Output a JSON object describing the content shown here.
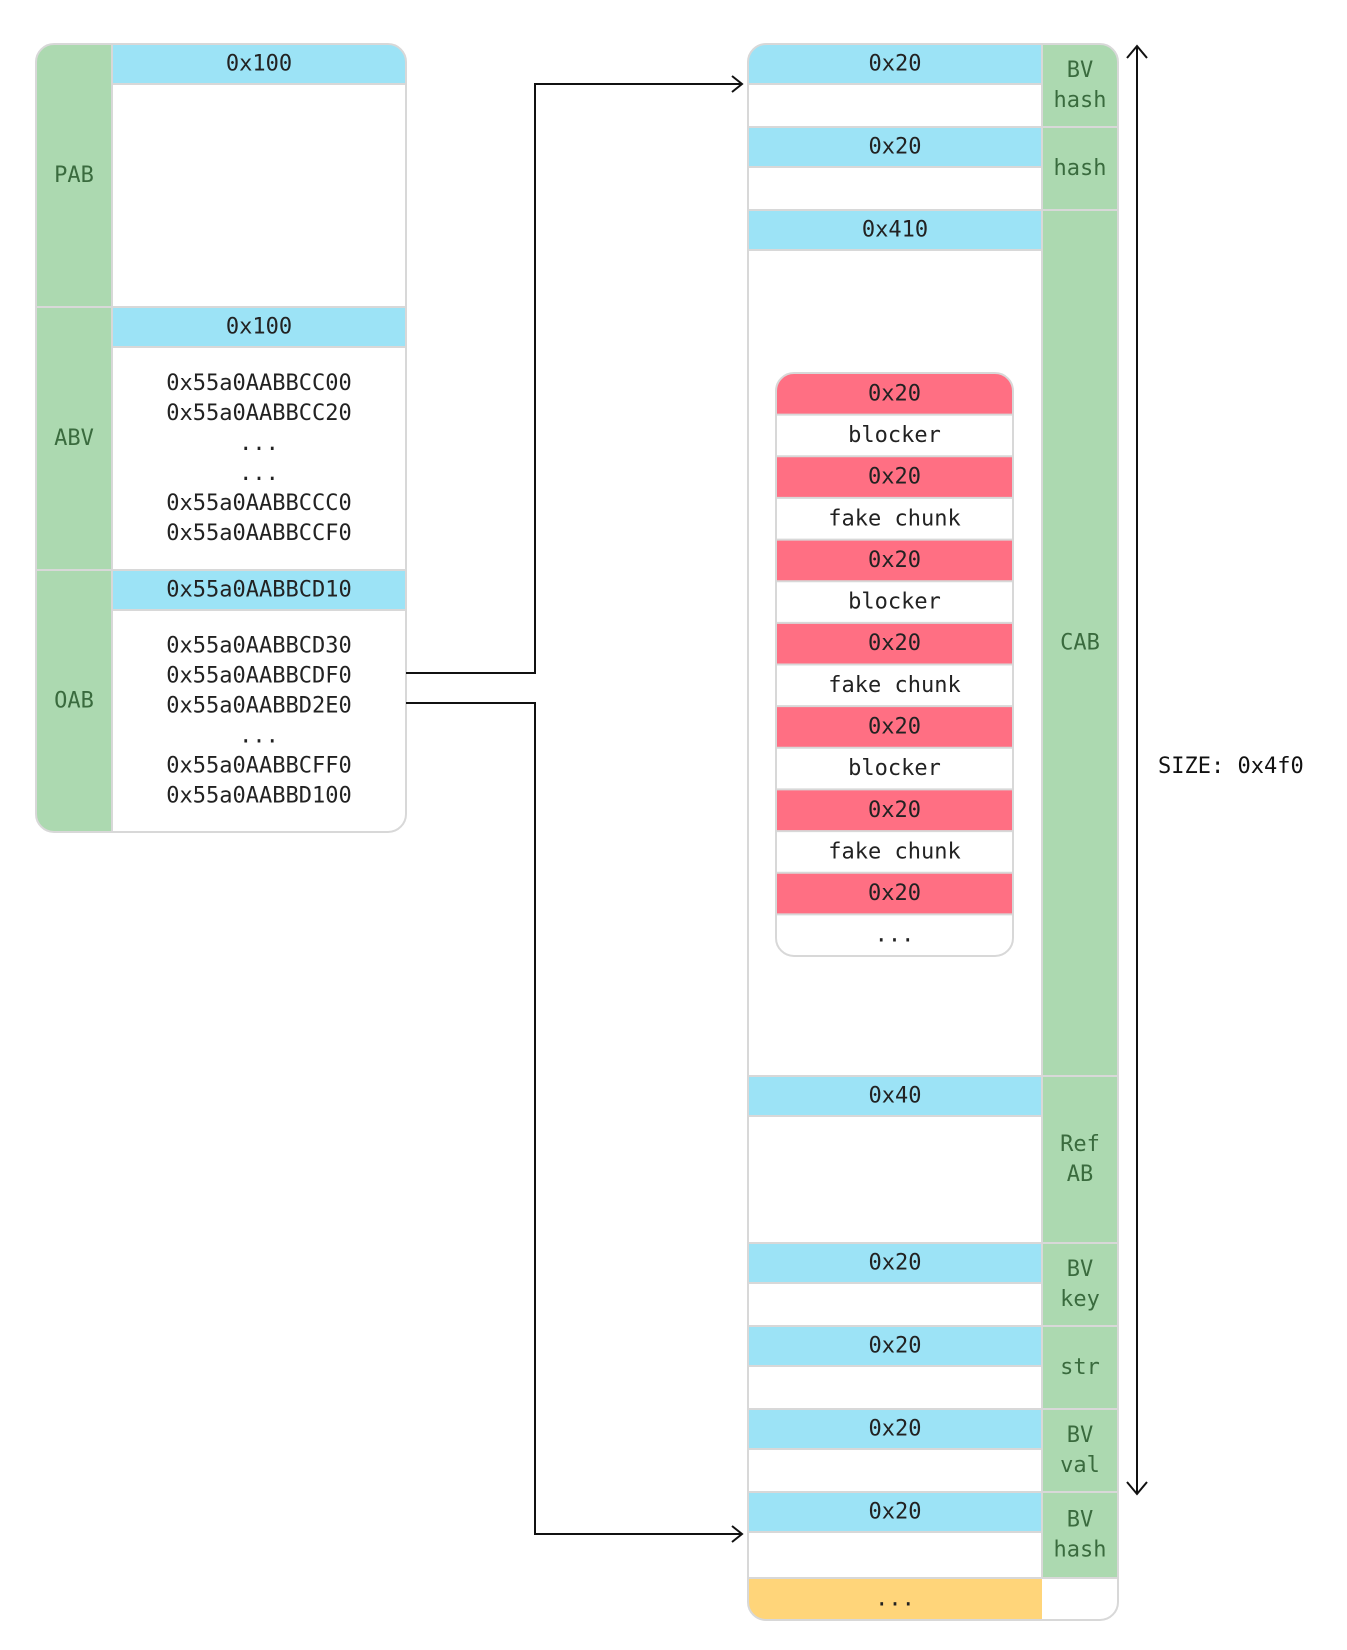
{
  "colors": {
    "header": "#9ce3f6",
    "label_col": "#acd9b0",
    "chunk_header": "#ff6f83",
    "top_chunk": "#ffd57a",
    "border": "#d8d8d8",
    "label_text": "#3a6b3e",
    "arrow": "#111111"
  },
  "left": {
    "blocks": [
      {
        "label": "PAB",
        "header": "0x100",
        "lines": []
      },
      {
        "label": "ABV",
        "header": "0x100",
        "lines": [
          "0x55a0AABBCC00",
          "0x55a0AABBCC20",
          "...",
          "...",
          "0x55a0AABBCCC0",
          "0x55a0AABBCCF0"
        ]
      },
      {
        "label": "OAB",
        "header": "0x55a0AABBCD10",
        "lines": [
          "0x55a0AABBCD30",
          "0x55a0AABBCDF0",
          "0x55a0AABBD2E0",
          "...",
          "0x55a0AABBCFF0",
          "0x55a0AABBD100"
        ]
      }
    ]
  },
  "right": {
    "chunks": [
      {
        "header": "0x20",
        "label": [
          "BV",
          "hash"
        ]
      },
      {
        "header": "0x20",
        "label": [
          "hash"
        ]
      },
      {
        "header": "0x410",
        "label": [
          "CAB"
        ]
      },
      {
        "header": "0x40",
        "label": [
          "Ref",
          "AB"
        ]
      },
      {
        "header": "0x20",
        "label": [
          "BV",
          "key"
        ]
      },
      {
        "header": "0x20",
        "label": [
          "str"
        ]
      },
      {
        "header": "0x20",
        "label": [
          "BV",
          "val"
        ]
      },
      {
        "header": "0x20",
        "label": [
          "BV",
          "hash"
        ]
      }
    ],
    "top_chunk": "...",
    "inner": [
      "0x20",
      "blocker",
      "0x20",
      "fake chunk",
      "0x20",
      "blocker",
      "0x20",
      "fake chunk",
      "0x20",
      "blocker",
      "0x20",
      "fake chunk",
      "0x20",
      "..."
    ]
  },
  "size_label": "SIZE: 0x4f0"
}
